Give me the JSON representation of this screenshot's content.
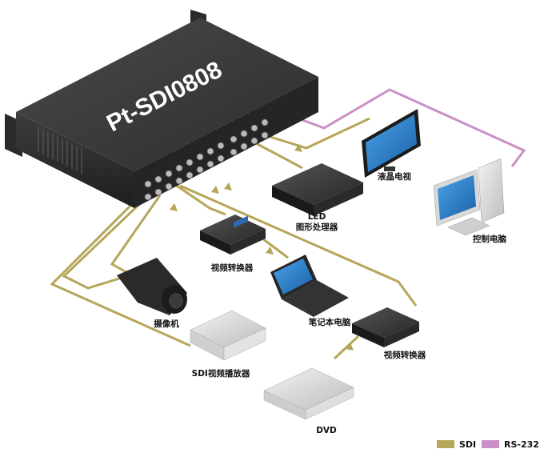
{
  "main_device": {
    "model": "Pt-SDI0808",
    "color": "#3a3a3a"
  },
  "labels": {
    "lcd_tv": "液晶电视",
    "led_processor_line1": "LED",
    "led_processor_line2": "图形处理器",
    "control_pc": "控制电脑",
    "video_converter_top": "视频转换器",
    "laptop": "笔记本电脑",
    "camera": "摄像机",
    "sdi_player": "SDI视频播放器",
    "video_converter_bottom": "视频转换器",
    "dvd": "DVD"
  },
  "legend": [
    {
      "label": "SDI",
      "color": "#b5a65a"
    },
    {
      "label": "RS-232",
      "color": "#c98fc6"
    }
  ],
  "cable_colors": {
    "sdi": "#b5a65a",
    "rs232": "#c98fc6"
  }
}
